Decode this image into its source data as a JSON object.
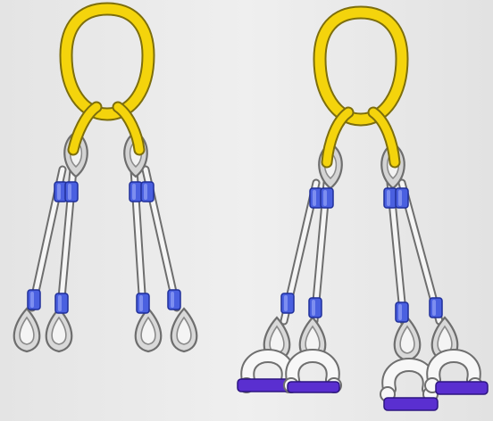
{
  "scene": {
    "left_assembly": {
      "legs": 4,
      "end_fitting": "thimble-eye"
    },
    "right_assembly": {
      "legs": 4,
      "end_fitting": "bow-shackle"
    }
  },
  "colors": {
    "background_light": "#e9e9e9",
    "background_dark": "#cfcfcf",
    "master_link": "#f2d20a",
    "master_link_outline": "#8a7a10",
    "ferrule": "#4058d8",
    "ferrule_dark": "#2a3bb0",
    "wire_rope": "#f4f4f4",
    "wire_outline": "#7a7a7a",
    "thimble": "#d6d6d6",
    "shackle": "#f6f6f6",
    "shackle_pin": "#5a2fd0"
  },
  "icons": {
    "master_link": "master-link-icon",
    "thimble": "thimble-eye-icon",
    "shackle": "bow-shackle-icon"
  }
}
